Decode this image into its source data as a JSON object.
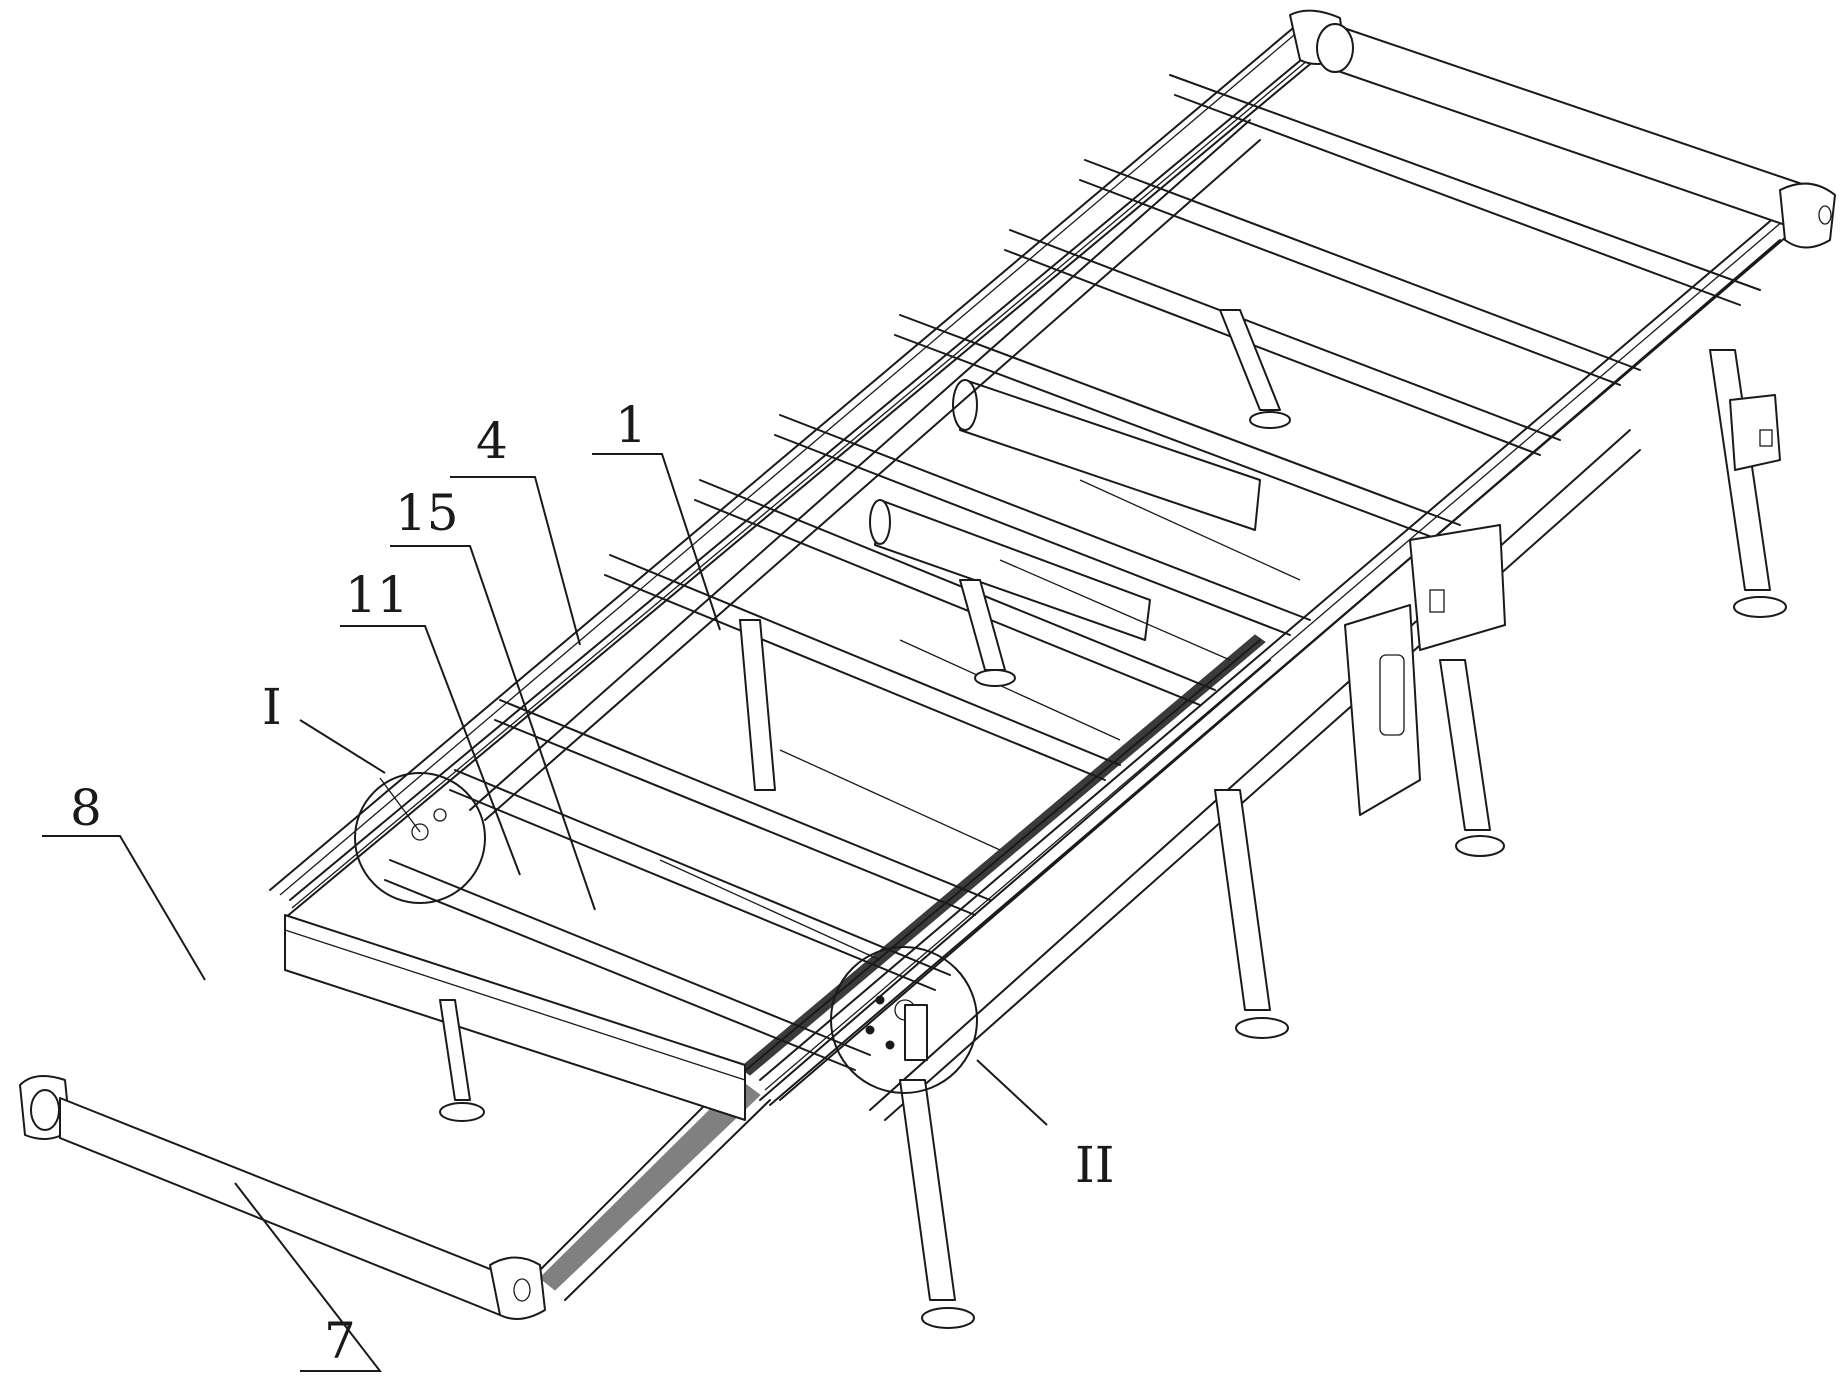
{
  "figure": {
    "callouts": [
      {
        "id": "1",
        "text": "1"
      },
      {
        "id": "4",
        "text": "4"
      },
      {
        "id": "15",
        "text": "15"
      },
      {
        "id": "11",
        "text": "11"
      },
      {
        "id": "I",
        "text": "I"
      },
      {
        "id": "8",
        "text": "8"
      },
      {
        "id": "7",
        "text": "7"
      },
      {
        "id": "II",
        "text": "II"
      }
    ],
    "detail_views": [
      "I",
      "II"
    ]
  }
}
